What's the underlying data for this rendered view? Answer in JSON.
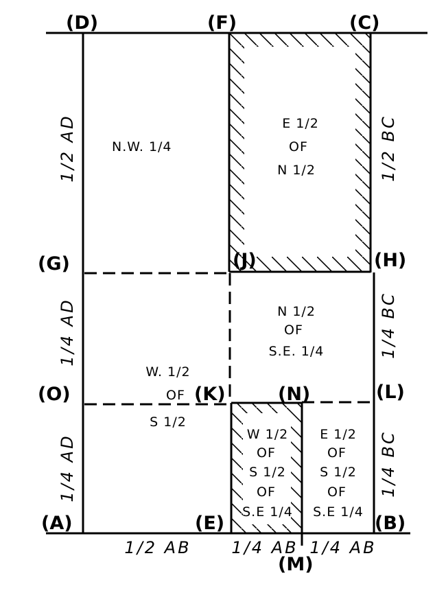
{
  "points": {
    "D": "(D)",
    "F": "(F)",
    "C": "(C)",
    "G": "(G)",
    "J": "(J)",
    "H": "(H)",
    "O": "(O)",
    "K": "(K)",
    "N": "(N)",
    "L": "(L)",
    "A": "(A)",
    "E": "(E)",
    "B": "(B)",
    "M": "(M)"
  },
  "parcels": {
    "nw_quarter": [
      "N.W. 1/4"
    ],
    "e_half_of_n_half": [
      "E 1/2",
      "OF",
      "N 1/2"
    ],
    "n_half_of_se_quarter": [
      "N 1/2",
      "OF",
      "S.E. 1/4"
    ],
    "w_half_of_s_half": [
      "W. 1/2",
      "OF",
      "S 1/2"
    ],
    "w_half_of_s_half_of_se": [
      "W 1/2",
      "OF",
      "S 1/2",
      "OF",
      "S.E 1/4"
    ],
    "e_half_of_s_half_of_se": [
      "E 1/2",
      "OF",
      "S 1/2",
      "OF",
      "S.E 1/4"
    ]
  },
  "dimensions": {
    "left_upper": "1/2 AD",
    "left_middle": "1/4 AD",
    "left_lower": "1/4 AD",
    "right_upper": "1/2 BC",
    "right_middle": "1/4 BC",
    "right_lower": "1/4 BC",
    "bottom_half": "1/2 AB",
    "bottom_quarter_1": "1/4 AB",
    "bottom_quarter_2": "1/4 AB"
  }
}
